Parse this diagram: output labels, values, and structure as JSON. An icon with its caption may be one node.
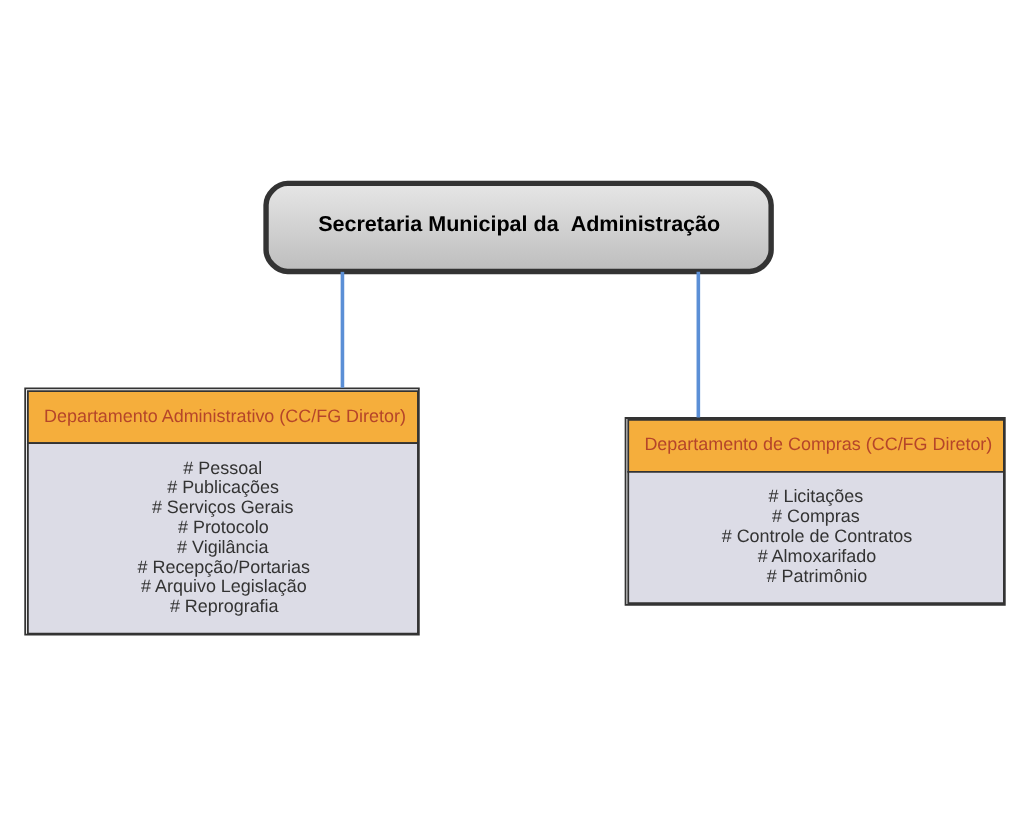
{
  "diagram": {
    "nodes": [
      {
        "text": [
          "Secretaria Municipal da  Administração"
        ]
      },
      {
        "text": [
          "Departamento Administrativo (CC/FG Diretor)",
          "# Pessoal",
          "# Publicações",
          "# Serviços Gerais",
          "# Protocolo",
          "# Vigilância",
          "# Recepção/Portarias",
          "# Arquivo Legislação",
          "# Reprografia"
        ]
      },
      {
        "text": [
          "Departamento de Compras (CC/FG Diretor)",
          "# Licitações",
          "# Compras",
          "# Controle de Contratos",
          "# Almoxarifado",
          "# Patrimônio"
        ]
      }
    ],
    "edges": [
      {
        "from": 0,
        "to": 1,
        "arrow": "none"
      },
      {
        "from": 0,
        "to": 2,
        "arrow": "none"
      }
    ]
  }
}
